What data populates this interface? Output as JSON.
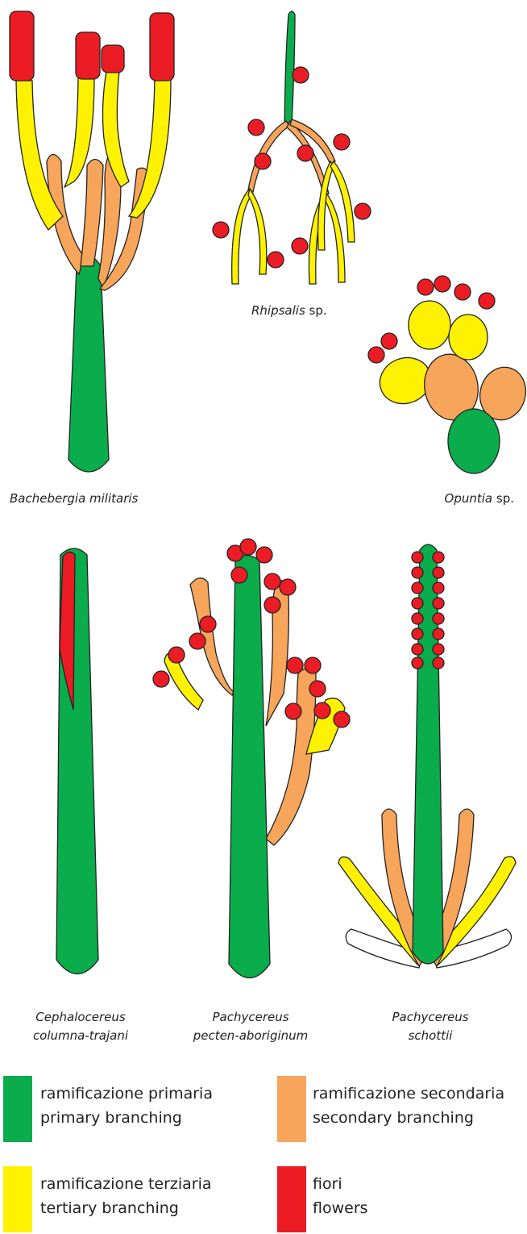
{
  "colors": {
    "primary": "#0bac4b",
    "secondary": "#f7a55a",
    "tertiary": "#fff200",
    "flowers": "#ec1c24",
    "outline": "#222222",
    "white_branch": "#ffffff"
  },
  "species": {
    "bachebergia": {
      "genus": "Bachebergia militaris",
      "suffix": ""
    },
    "rhipsalis": {
      "genus": "Rhipsalis",
      "suffix": " sp."
    },
    "opuntia": {
      "genus": "Opuntia",
      "suffix": " sp."
    },
    "cephalocereus": {
      "line1": "Cephalocereus",
      "line2": "columna-trajani"
    },
    "pachycereus_pecten": {
      "line1": "Pachycereus",
      "line2": "pecten-aboriginum"
    },
    "pachycereus_schottii": {
      "line1": "Pachycereus",
      "line2": "schottii"
    }
  },
  "legend": {
    "primary": {
      "line1": "ramificazione primaria",
      "line2": "primary branching"
    },
    "secondary": {
      "line1": "ramificazione secondaria",
      "line2": "secondary branching"
    },
    "tertiary": {
      "line1": "ramificazione terziaria",
      "line2": "tertiary branching"
    },
    "flowers": {
      "line1": "fiori",
      "line2": "flowers"
    }
  }
}
